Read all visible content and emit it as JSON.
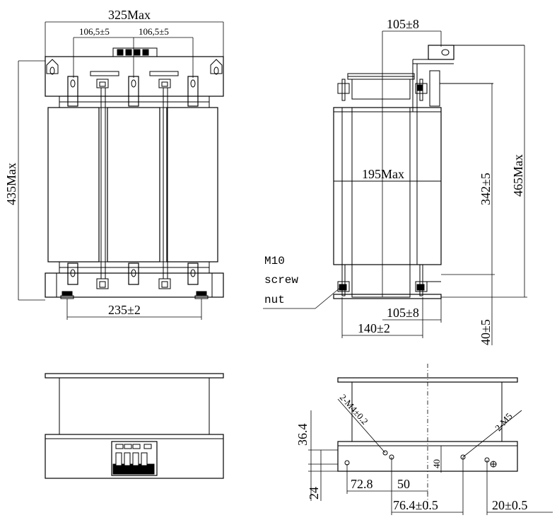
{
  "drawing": {
    "front_view": {
      "width_label": "325Max",
      "pitch_left_label": "106,5±5",
      "pitch_right_label": "106,5±5",
      "height_label": "435Max",
      "mount_spacing_label": "235±2"
    },
    "side_view": {
      "top_offset_label": "105±8",
      "depth_label": "195Max",
      "terminal_height_label": "342±5",
      "overall_height_label": "465Max",
      "bottom_offset_label": "105±8",
      "base_spacing_label": "140±2",
      "base_height_label": "40±5",
      "callout_line1": "M10",
      "callout_line2": "screw",
      "callout_line3": "nut"
    },
    "bottom_right_view": {
      "label_36_4": "36.4",
      "label_24": "24",
      "label_72_8": "72.8",
      "label_50": "50",
      "label_40": "40",
      "label_76_4": "76.4±0.5",
      "label_20": "20±0.5",
      "hole_label_left": "2-M4±0.2",
      "hole_label_right": "2-M5"
    }
  }
}
